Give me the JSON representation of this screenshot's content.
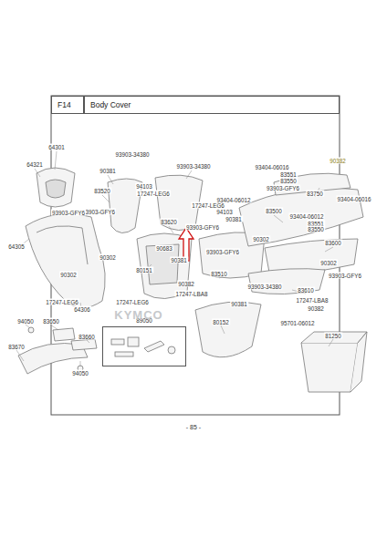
{
  "diagram": {
    "nodes": [
      {
        "text": [
          "F14"
        ]
      },
      {
        "text": [
          "Body Cover"
        ]
      },
      {
        "text": [
          "89050"
        ]
      }
    ],
    "labels": [
      "64301",
      "64321",
      "93903-34380",
      "90381",
      "94103",
      "83520",
      "17247-LEG6",
      "93903-GFY6",
      "93903-34380",
      "83620",
      "17247-LEG6",
      "94103",
      "90381",
      "90683",
      "90381",
      "80151",
      "93903-GFY6",
      "64305",
      "90302",
      "90302",
      "17247-LEG6",
      "64306",
      "17247-LEG6",
      "90382",
      "17247-LBA8",
      "83510",
      "93903-GFY6",
      "93903-GFY6",
      "93903-34380",
      "90302",
      "90382",
      "93404-06016",
      "83551",
      "83550",
      "93903-GFY6",
      "83750",
      "93404-06016",
      "93404-06012",
      "83500",
      "93404-06012",
      "83551",
      "83550",
      "83600",
      "90302",
      "93903-GFY6",
      "83610",
      "17247-LBA8",
      "90382",
      "95701-06012",
      "81250",
      "80152",
      "90381",
      "94050",
      "83650",
      "83670",
      "83660",
      "94050",
      "KYMCO",
      "- 85 -"
    ]
  }
}
